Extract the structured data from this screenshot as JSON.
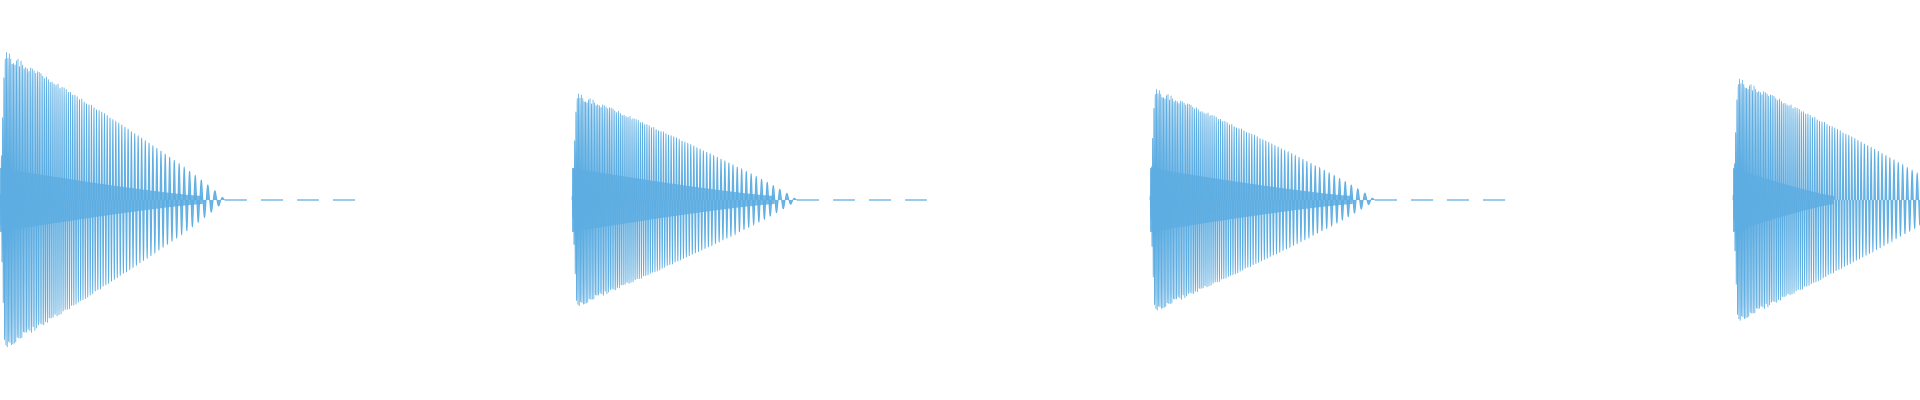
{
  "waveform": {
    "color": "#5DADE2",
    "background": "#ffffff",
    "kind": "audio-waveform",
    "hits": [
      {
        "peak_amplitude": 1.0,
        "cycles": 26,
        "visible_fraction": 1.0
      },
      {
        "peak_amplitude": 0.72,
        "cycles": 26,
        "visible_fraction": 1.0
      },
      {
        "peak_amplitude": 0.75,
        "cycles": 26,
        "visible_fraction": 1.0
      },
      {
        "peak_amplitude": 0.82,
        "cycles": 26,
        "visible_fraction": 0.5
      }
    ]
  }
}
